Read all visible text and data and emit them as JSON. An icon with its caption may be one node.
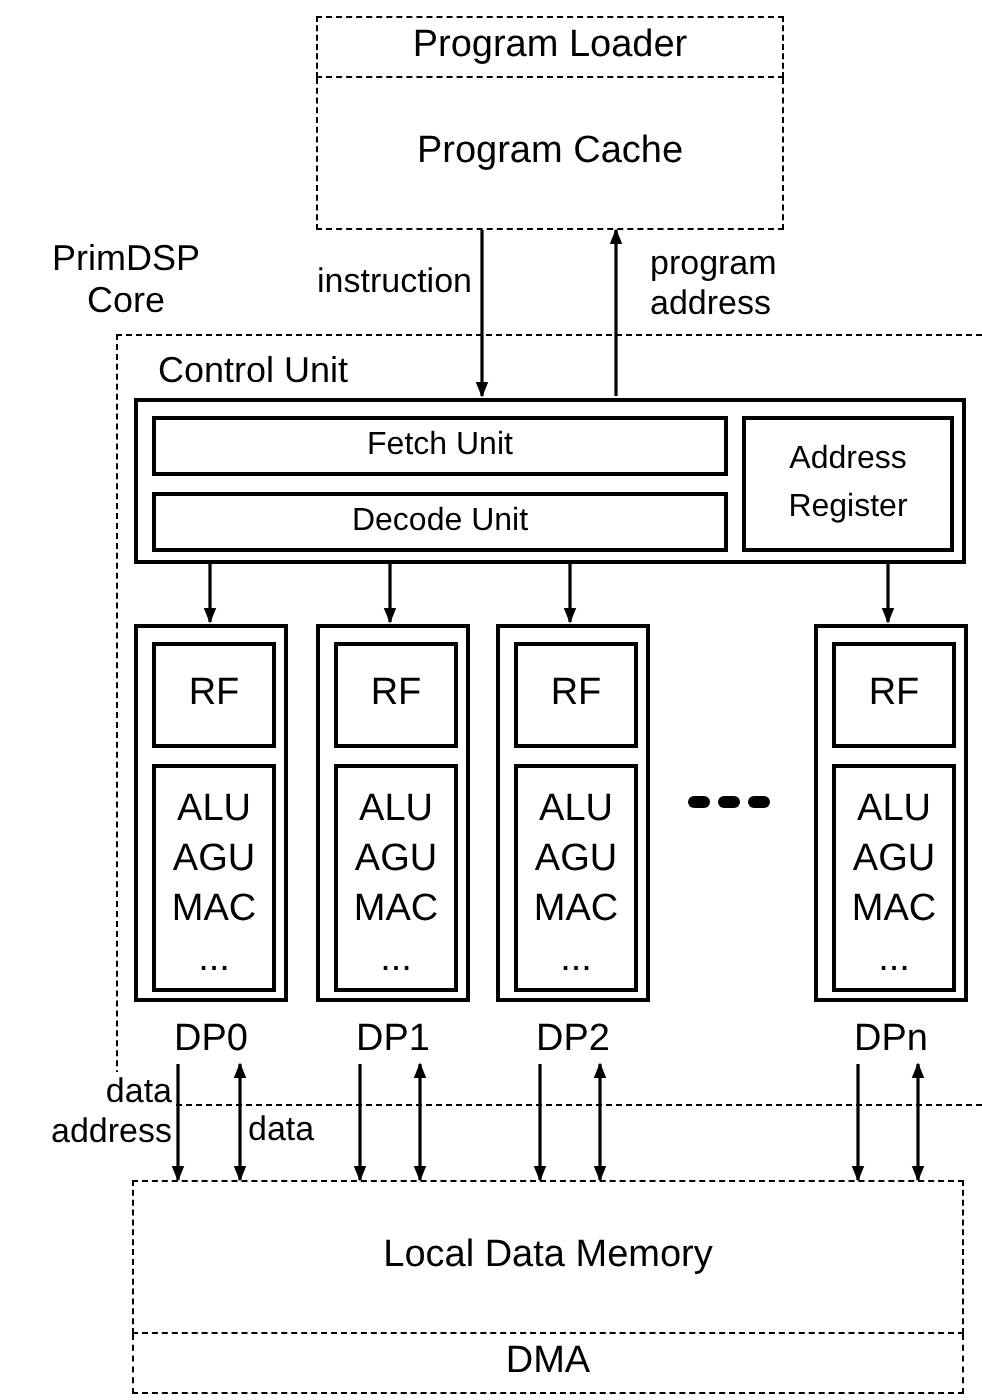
{
  "diagram": {
    "nodes": [
      {
        "text": [
          "Program Loader"
        ]
      },
      {
        "text": [
          "Program Cache"
        ]
      },
      {
        "text": [
          "PrimDSP Core"
        ]
      },
      {
        "text": [
          "Control Unit"
        ],
        "in": 2
      },
      {
        "text": [
          "Fetch Unit"
        ],
        "in": 3
      },
      {
        "text": [
          "Decode Unit"
        ],
        "in": 3
      },
      {
        "text": [
          "Address Register"
        ],
        "in": 3
      },
      {
        "text": [],
        "shape": "box",
        "beside": [
          "DP0"
        ],
        "in": 2
      },
      {
        "text": [
          "RF"
        ],
        "in": 7
      },
      {
        "text": [
          "ALU AGU MAC ..."
        ],
        "in": 7
      },
      {
        "text": [],
        "shape": "box",
        "beside": [
          "DP1"
        ],
        "in": 2
      },
      {
        "text": [
          "RF"
        ],
        "in": 10
      },
      {
        "text": [
          "ALU AGU MAC ..."
        ],
        "in": 10
      },
      {
        "text": [],
        "shape": "box",
        "beside": [
          "DP2"
        ],
        "in": 2
      },
      {
        "text": [
          "RF"
        ],
        "in": 13
      },
      {
        "text": [
          "ALU AGU MAC ..."
        ],
        "in": 13
      },
      {
        "text": [],
        "shape": "box",
        "beside": [
          "DPn"
        ],
        "in": 2
      },
      {
        "text": [
          "RF"
        ],
        "in": 16
      },
      {
        "text": [
          "ALU AGU MAC ..."
        ],
        "in": 16
      },
      {
        "text": [
          "Local Data Memory"
        ]
      },
      {
        "text": [
          "DMA"
        ]
      }
    ],
    "edges": [
      {
        "from": 1,
        "to": 3,
        "arrow": "to",
        "label": "instruction"
      },
      {
        "from": 3,
        "to": 1,
        "arrow": "to",
        "label": "program address"
      },
      {
        "from": 3,
        "to": 7,
        "arrow": "to"
      },
      {
        "from": 3,
        "to": 10,
        "arrow": "to"
      },
      {
        "from": 3,
        "to": 13,
        "arrow": "to"
      },
      {
        "from": 3,
        "to": 16,
        "arrow": "to"
      },
      {
        "from": 7,
        "to": 19,
        "arrow": "to",
        "label": "data address"
      },
      {
        "from": 7,
        "to": 19,
        "arrow": "both",
        "label": "data"
      },
      {
        "from": 10,
        "to": 19,
        "arrow": "to"
      },
      {
        "from": 10,
        "to": 19,
        "arrow": "both"
      },
      {
        "from": 13,
        "to": 19,
        "arrow": "to"
      },
      {
        "from": 13,
        "to": 19,
        "arrow": "both"
      },
      {
        "from": 16,
        "to": 19,
        "arrow": "to"
      },
      {
        "from": 16,
        "to": 19,
        "arrow": "both"
      }
    ]
  }
}
